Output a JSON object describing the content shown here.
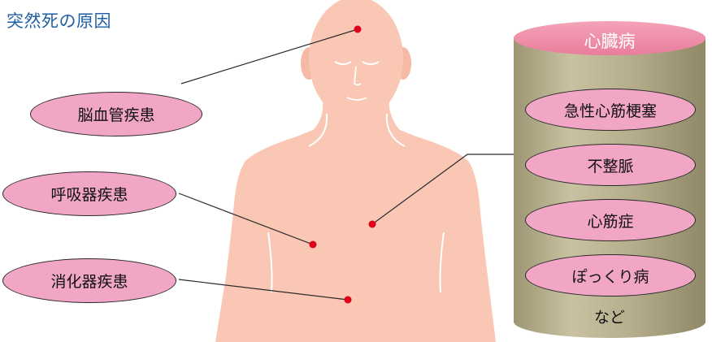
{
  "title": "突然死の原因",
  "colors": {
    "title": "#1e5fa8",
    "skin": "#f9c7b4",
    "oval_fill": "#f2a6c6",
    "cylinder_body": "#b4ac8a",
    "cylinder_top": "#ef8aa6",
    "dot": "#e0001b",
    "line": "#2a2a2a"
  },
  "left_causes": [
    {
      "label": "脳血管疾患"
    },
    {
      "label": "呼吸器疾患"
    },
    {
      "label": "消化器疾患"
    }
  ],
  "heart_disease": {
    "header": "心臓病",
    "items": [
      {
        "label": "急性心筋梗塞"
      },
      {
        "label": "不整脈"
      },
      {
        "label": "心筋症"
      },
      {
        "label": "ぽっくり病"
      }
    ],
    "footer": "など"
  }
}
